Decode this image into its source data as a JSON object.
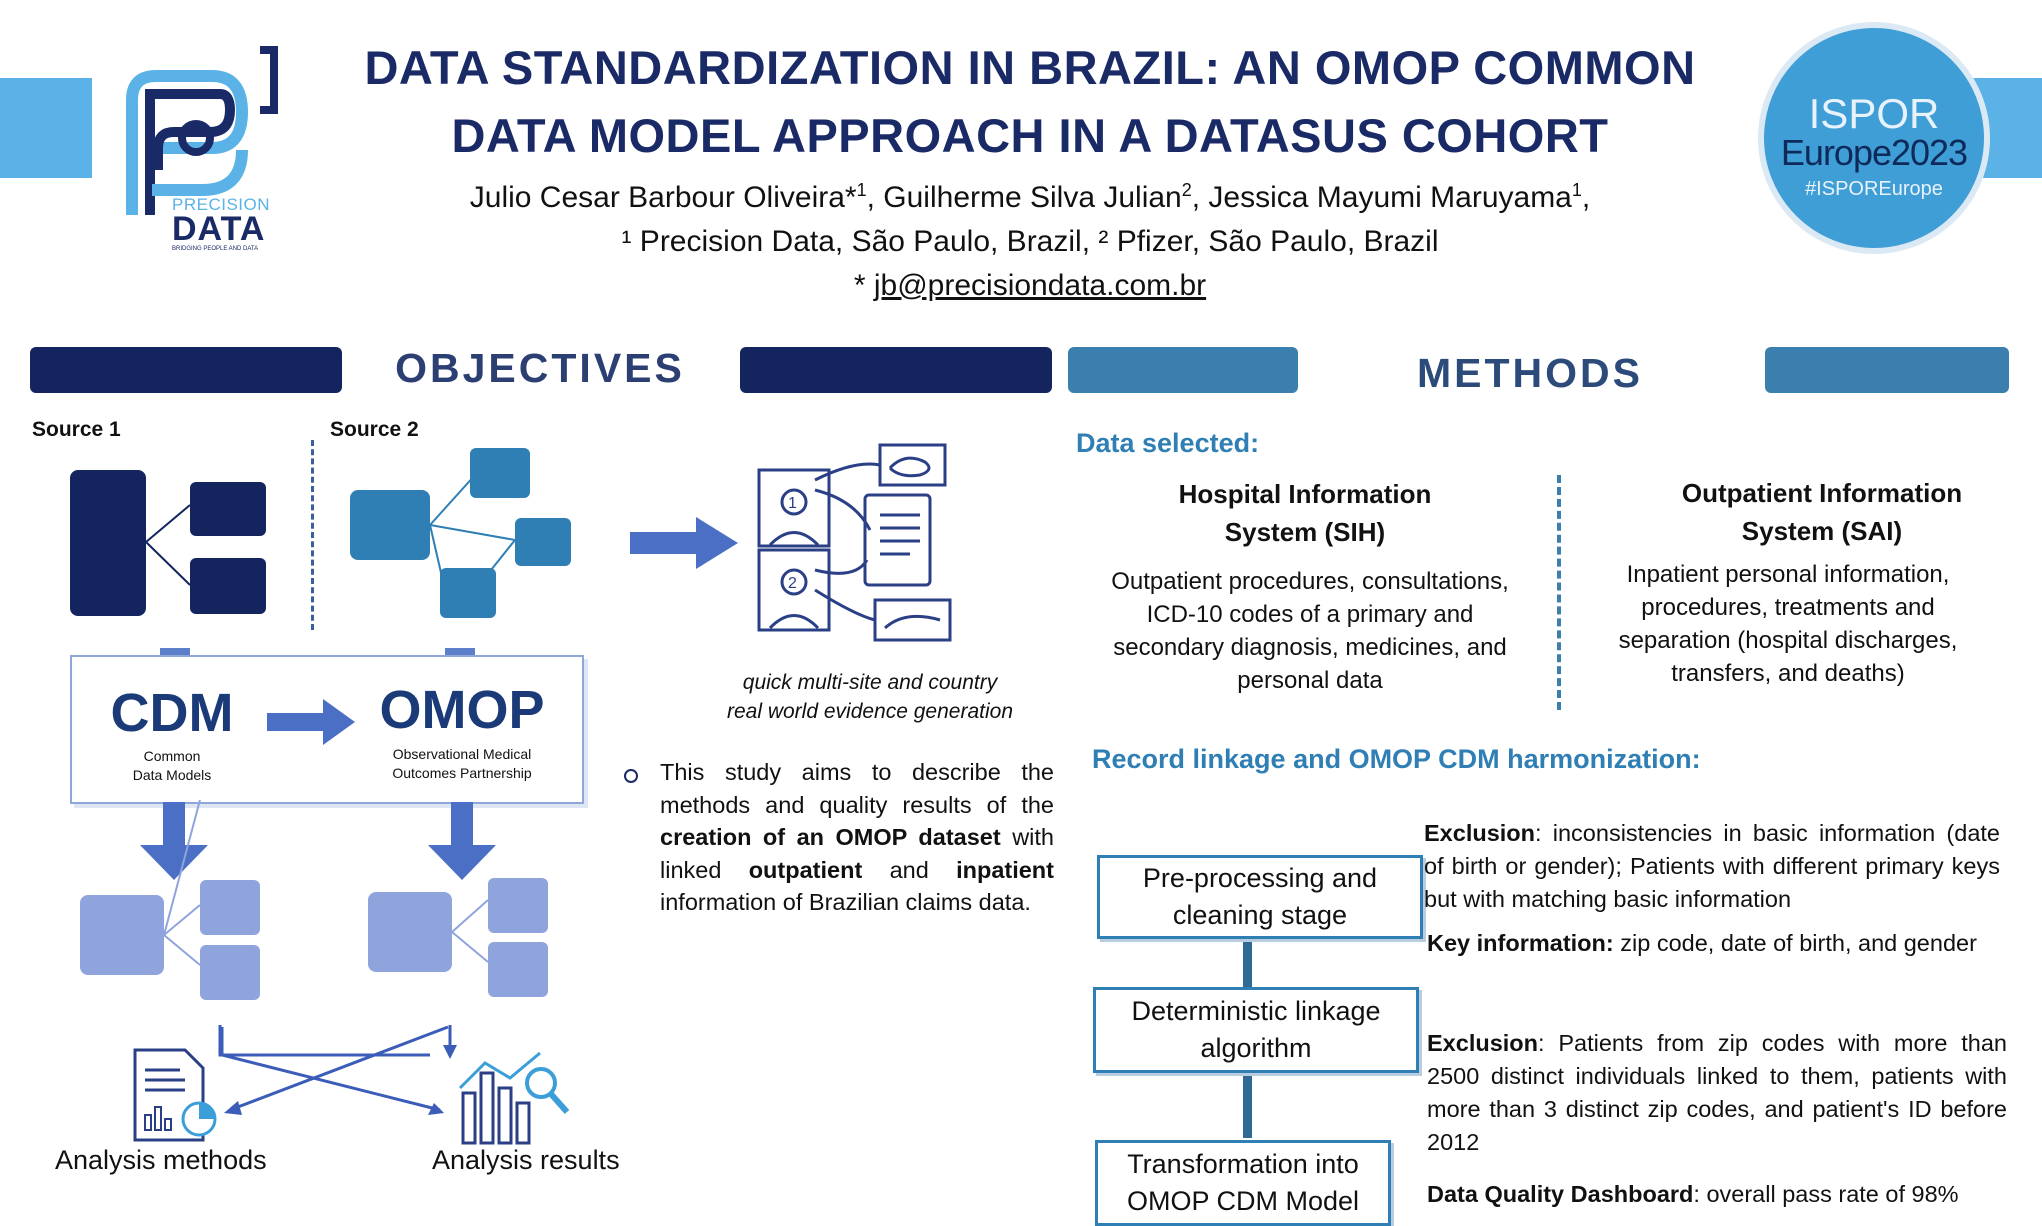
{
  "header": {
    "title_line1": "DATA STANDARDIZATION IN BRAZIL: AN OMOP COMMON",
    "title_line2": "DATA MODEL APPROACH IN A DATASUS COHORT",
    "authors": {
      "a1": "Julio Cesar Barbour Oliveira*",
      "a1_sup": "1",
      "a2": ", Guilherme Silva Julian",
      "a2_sup": "2",
      "a3": ", Jessica Mayumi Maruyama",
      "a3_sup": "1",
      "a3_tail": ","
    },
    "affiliations": "¹ Precision Data, São Paulo, Brazil, ² Pfizer, São Paulo, Brazil",
    "email_prefix": "* ",
    "email": "jb@precisiondata.com.br"
  },
  "logo": {
    "line1": "PRECISION",
    "line2": "DATA",
    "tagline": "BRIDGING PEOPLE AND DATA"
  },
  "conference": {
    "line1": "ISPOR",
    "line2": "Europe2023",
    "hashtag": "#ISPOREurope"
  },
  "objectives": {
    "title": "OBJECTIVES",
    "source1": "Source 1",
    "source2": "Source 2",
    "cdm": "CDM",
    "cdm_sub1": "Common",
    "cdm_sub2": "Data Models",
    "omop": "OMOP",
    "omop_sub1": "Observational Medical",
    "omop_sub2": "Outcomes Partnership",
    "analysis_methods": "Analysis methods",
    "analysis_results": "Analysis results",
    "caption_line1": "quick multi-site and country",
    "caption_line2": "real world evidence generation",
    "text": {
      "t1": "This study aims to describe the methods and quality results of the ",
      "b1": "creation of an OMOP dataset",
      "t2": " with linked ",
      "b2": "outpatient",
      "t3": " and ",
      "b3": "inpatient",
      "t4": " information of Brazilian claims data."
    }
  },
  "methods": {
    "title": "METHODS",
    "data_selected": "Data selected:",
    "sih_title_1": "Hospital Information",
    "sih_title_2": "System (SIH)",
    "sih_body": "Outpatient procedures, consultations, ICD-10 codes of a primary and secondary diagnosis, medicines, and personal data",
    "sai_title_1": "Outpatient Information",
    "sai_title_2": "System (SAI)",
    "sai_body": "Inpatient personal information, procedures, treatments and separation (hospital discharges, transfers, and deaths)",
    "record_linkage": "Record linkage and OMOP CDM harmonization:",
    "stages": [
      "Pre-processing and cleaning stage",
      "Deterministic linkage algorithm",
      "Transformation into OMOP CDM Model"
    ],
    "excl1_label": "Exclusion",
    "excl1_text": ": inconsistencies in basic information (date of birth or gender); Patients with different primary keys but with matching basic information",
    "key_label": "Key information:",
    "key_text": " zip code, date of birth, and gender",
    "excl2_label": "Exclusion",
    "excl2_text": ": Patients from zip codes with more than 2500 distinct individuals linked to them, patients with more than 3 distinct zip codes, and patient's ID before 2012",
    "dq_label": "Data Quality Dashboard",
    "dq_text": ": overall pass rate of 98%"
  },
  "colors": {
    "navy": "#13245f",
    "teal": "#2f7fb4",
    "teal_bar": "#3a7fad",
    "light_blue": "#8fa4dc"
  }
}
